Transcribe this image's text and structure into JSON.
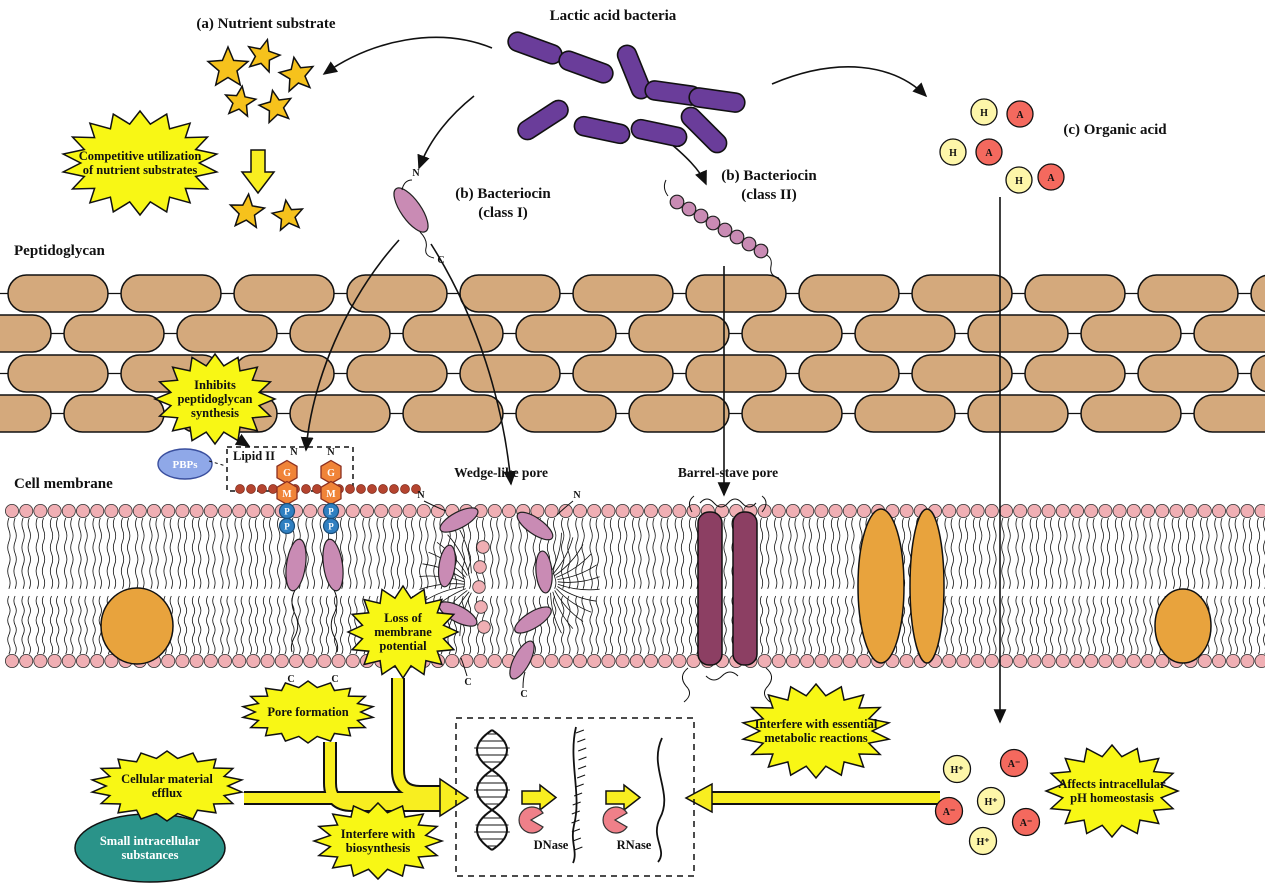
{
  "diagram": {
    "labels": {
      "lactic_acid_bacteria": "Lactic acid bacteria",
      "nutrient_substrate": "(a) Nutrient substrate",
      "bacteriocin1_line1": "(b) Bacteriocin",
      "bacteriocin1_line2": "(class I)",
      "bacteriocin2_line1": "(b) Bacteriocin",
      "bacteriocin2_line2": "(class II)",
      "organic_acid": "(c) Organic acid",
      "peptidoglycan": "Peptidoglycan",
      "cell_membrane": "Cell membrane",
      "wedge_pore": "Wedge-like pore",
      "barrel_pore": "Barrel-stave pore",
      "lipid2": "Lipid II",
      "pbps": "PBPs",
      "dnase": "DNase",
      "rnase": "RNase"
    },
    "callouts": {
      "competitive": "Competitive utilization of nutrient substrates",
      "inhibits": "Inhibits peptidoglycan synthesis",
      "loss_potential": "Loss of membrane potential",
      "pore_formation": "Pore formation",
      "efflux": "Cellular material efflux",
      "biosynthesis": "Interfere with biosynthesis",
      "metabolic": "Interfere with essential metabolic reactions",
      "ph": "Affects intracellular pH homeostasis",
      "small_substances": "Small intracellular substances"
    },
    "mol": {
      "N": "N",
      "C": "C",
      "G": "G",
      "M": "M",
      "P": "P",
      "H": "H",
      "A": "A",
      "H_plus": "H⁺",
      "A_minus": "A⁻"
    },
    "colors": {
      "bacteria_purple": "#6a3d9a",
      "star_yellow": "#f6c21c",
      "burst_yellow": "#f8f715",
      "peptidoglycan_tan": "#d4a97c",
      "membrane_head_pink": "#f0afb4",
      "bacteriocin_mauve": "#c98bb4",
      "barrel_pore_maroon": "#8c3f63",
      "protein_orange": "#e8a33d",
      "sugar_orange": "#f08438",
      "phosphate_blue": "#2f7fc1",
      "pbps_blue": "#8fa8e8",
      "teal": "#2a9389",
      "nuclease_pink": "#ef8089",
      "h_pale_yellow": "#fdf6a9",
      "a_red": "#f4695e",
      "arrow_yellow": "#f8ee20"
    }
  }
}
